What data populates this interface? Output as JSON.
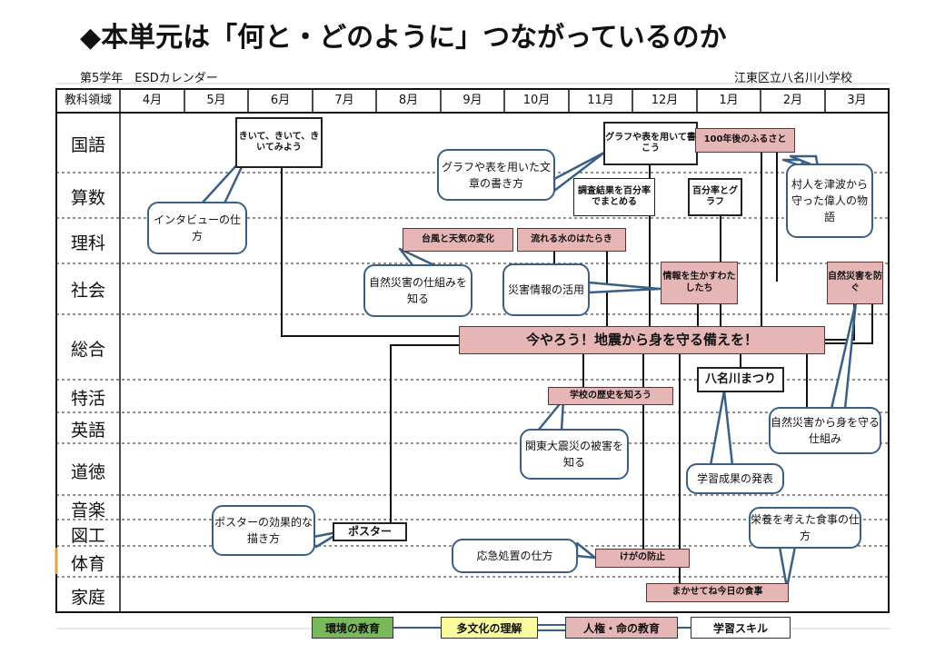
{
  "title": "◆本単元は「何と・どのように」つながっているのか",
  "calendar": {
    "name": "第5学年　ESDカレンダー",
    "school": "江東区立八名川小学校",
    "corner_label": "教科領域",
    "months": [
      "4月",
      "5月",
      "6月",
      "7月",
      "8月",
      "9月",
      "10月",
      "11月",
      "12月",
      "1月",
      "2月",
      "3月"
    ],
    "subjects": [
      "国語",
      "算数",
      "理科",
      "社会",
      "総合",
      "特活",
      "英語",
      "道徳",
      "音楽",
      "図工",
      "体育",
      "家庭"
    ]
  },
  "activities": {
    "kiite": "きいて、きいて、きいてみよう",
    "graph_kokugo": "グラフや表を用いて書こう",
    "furusato": "100年後のふるさと",
    "chosa": "調査結果を百分率でまとめる",
    "wariai": "百分率とグラフ",
    "taifu": "台風と天気の変化",
    "nagare": "流れる水のはたらき",
    "joho": "情報を生かすわたしたち",
    "shizen_shakai": "自然災害を防ぐ",
    "main_unit": "今やろう！地震から身を守る備えを！",
    "yanagawa": "八名川まつり",
    "rekishi": "学校の歴史を知ろう",
    "poster": "ポスター",
    "kega": "けがの防止",
    "shokuji": "まかせてね今日の食事"
  },
  "callouts": {
    "interview": "インタビューの仕方",
    "graph_bunsho": "グラフや表を用いた文章の書き方",
    "murabito": "村人を津波から守った偉人の物語",
    "saigai_shikumi": "自然災害の仕組みを知る",
    "saigai_joho": "災害情報の活用",
    "mi_wo_mamoru": "自然災害から身を守る仕組み",
    "kanto": "関東大震災の被害を知る",
    "gakushu_seika": "学習成果の発表",
    "poster_koka": "ポスターの効果的な描き方",
    "okyu": "応急処置の仕方",
    "eiyo": "栄養を考えた食事の仕方"
  },
  "legend": {
    "environment": "環境の教育",
    "multicultural": "多文化の理解",
    "human_rights": "人権・命の教育",
    "skills": "学習スキル"
  },
  "colors": {
    "pink": "#e6b6b7",
    "green": "#7ab85c",
    "yellow": "#fafa9e",
    "callout_border": "#3a5f86",
    "connector": "#111111"
  }
}
